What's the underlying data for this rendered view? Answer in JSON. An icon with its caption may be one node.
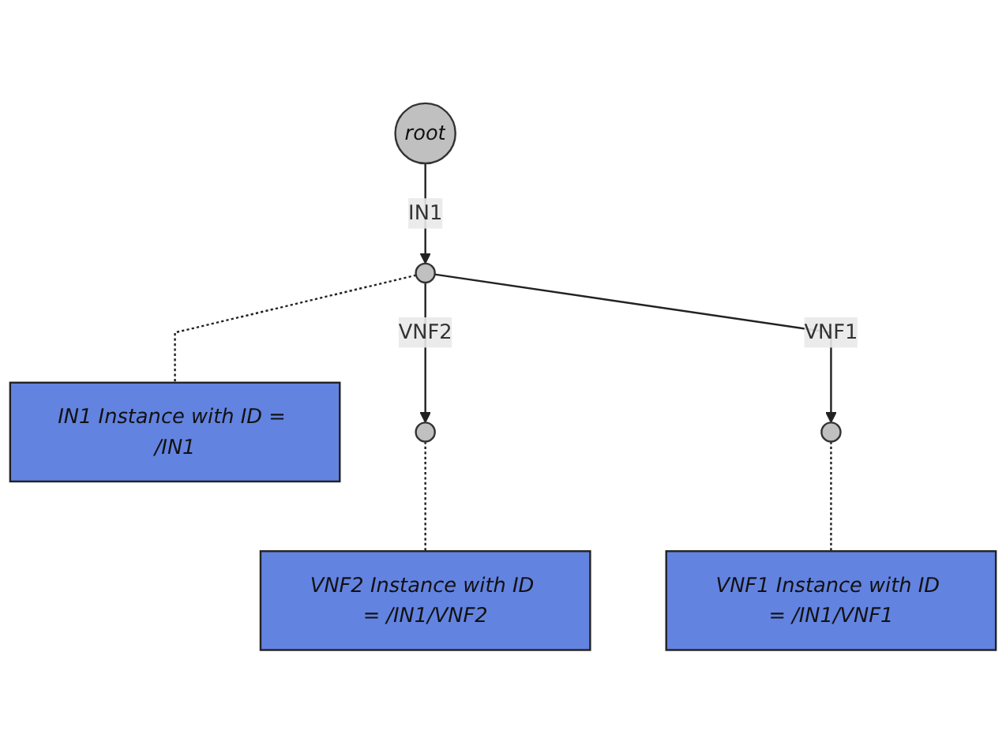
{
  "diagram": {
    "nodes": [
      {
        "text": [
          "root"
        ]
      },
      {
        "text": [],
        "shape": "circle"
      },
      {
        "text": [
          "IN1 Instance with ID = /IN1"
        ]
      },
      {
        "text": [],
        "shape": "circle"
      },
      {
        "text": [],
        "shape": "circle"
      },
      {
        "text": [
          "VNF2 Instance with ID = /IN1/VNF2"
        ]
      },
      {
        "text": [
          "VNF1 Instance with ID = /IN1/VNF1"
        ]
      }
    ],
    "edges": [
      {
        "from": 0,
        "to": 1,
        "arrow": "to",
        "label": "IN1"
      },
      {
        "from": 1,
        "to": 2,
        "arrow": "none",
        "style": "dashed"
      },
      {
        "from": 1,
        "to": 3,
        "arrow": "to",
        "label": "VNF2"
      },
      {
        "from": 1,
        "to": 4,
        "arrow": "to",
        "label": "VNF1"
      },
      {
        "from": 3,
        "to": 5,
        "arrow": "none",
        "style": "dashed"
      },
      {
        "from": 4,
        "to": 6,
        "arrow": "none",
        "style": "dashed"
      }
    ]
  }
}
